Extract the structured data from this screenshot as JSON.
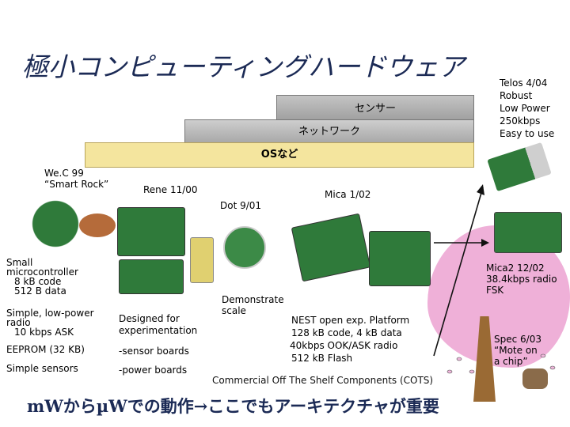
{
  "title": "極小コンピューティングハードウェア",
  "bars": {
    "sensor": "センサー",
    "network": "ネットワーク",
    "os": "OSなど"
  },
  "telos": {
    "title": "Telos 4/04",
    "lines": [
      "Robust",
      "Low Power",
      "250kbps",
      "Easy to use"
    ]
  },
  "wec": {
    "name": "We.C 99",
    "nickname": "“Smart Rock”"
  },
  "rene": "Rene 11/00",
  "dot": "Dot 9/01",
  "mica": "Mica 1/02",
  "mica2": {
    "title": "Mica2 12/02",
    "line2": "38.4kbps radio",
    "line3": "FSK"
  },
  "spec": {
    "title": "Spec 6/03",
    "line2": "“Mote on",
    "line3": "a chip”"
  },
  "left_specs": {
    "small_micro": [
      "Small",
      "microcontroller",
      "8 kB code",
      "512 B data"
    ],
    "radio": [
      "Simple, low-power",
      "radio",
      "10 kbps ASK"
    ],
    "eeprom": "EEPROM (32 KB)",
    "sensors": "Simple sensors"
  },
  "rene_specs": {
    "designed": [
      "Designed for",
      "experimentation"
    ],
    "sensor_boards": "-sensor boards",
    "power_boards": "-power boards"
  },
  "dot_specs": [
    "Demonstrate",
    "scale"
  ],
  "mica_specs": [
    "NEST open exp. Platform",
    "128 kB code, 4 kB data",
    "40kbps OOK/ASK radio",
    "512 kB Flash"
  ],
  "cots": "Commercial Off The Shelf Components (COTS)",
  "footer": "mWからµWでの動作→ここでもアーキテクチャが重要",
  "colors": {
    "title": "#1b2a55",
    "os_bar": "#f4e59e",
    "tree": "#efb0d8",
    "board": "#2f7a3a"
  }
}
